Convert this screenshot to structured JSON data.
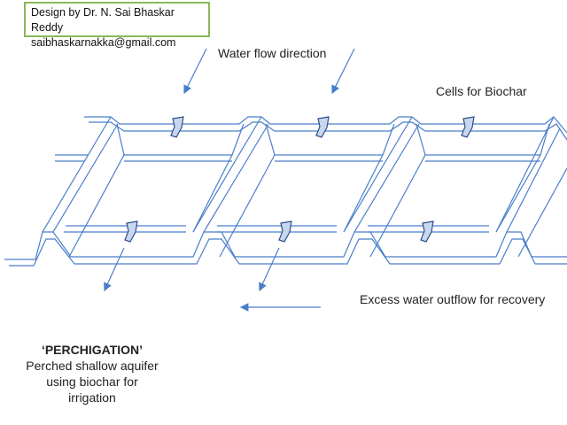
{
  "credit": {
    "line1": "Design by Dr. N. Sai Bhaskar Reddy",
    "line2": "saibhaskarnakka@gmail.com"
  },
  "labels": {
    "water_flow": "Water flow direction",
    "cells": "Cells for Biochar",
    "outflow": "Excess water outflow for recovery"
  },
  "caption": {
    "title": "‘PERCHIGATION’",
    "line1": "Perched shallow aquifer",
    "line2": "using biochar for",
    "line3": "irrigation"
  },
  "colors": {
    "line": "#4a7ec9",
    "valve_fill": "#c9d7ee",
    "valve_stroke": "#2f4f8a",
    "credit_border": "#8ab85a"
  }
}
